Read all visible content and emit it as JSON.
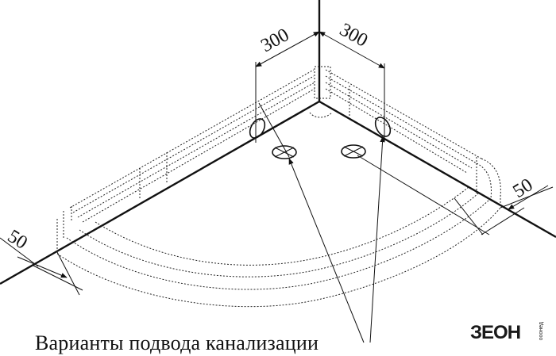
{
  "diagram": {
    "dimensions": {
      "top_left": "300",
      "top_right": "300",
      "left_edge": "50",
      "right_edge": "50"
    },
    "caption": "Варианты подвода канализации"
  },
  "logo": {
    "text": "ЗЕОН",
    "sub_text": "ооонед",
    "color": "#1a1a1a"
  }
}
